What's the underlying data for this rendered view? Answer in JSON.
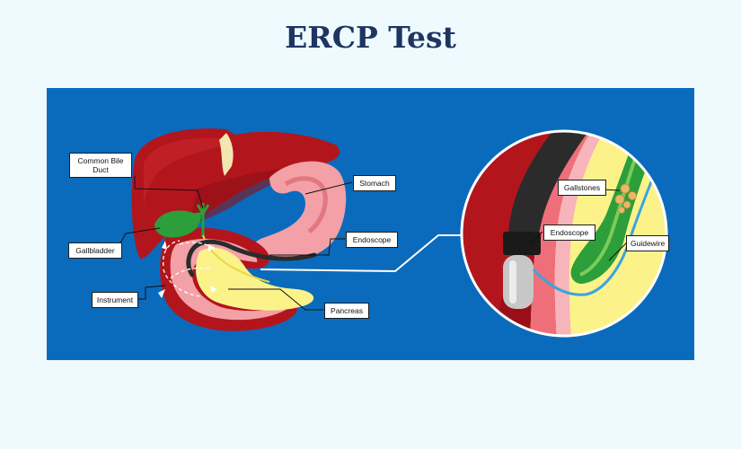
{
  "title": "ERCP Test",
  "labels": {
    "common_bile_duct": "Common Bile Duct",
    "gallbladder": "Gallbladder",
    "instrument": "Instrument",
    "stomach": "Stomach",
    "endoscope": "Endoscope",
    "pancreas": "Pancreas",
    "gallstones": "Gallstones",
    "endoscope_zoom": "Endoscope",
    "guidewire": "Guidewire"
  },
  "colors": {
    "background": "#eefafd",
    "panel": "#0a6bbd",
    "liver": "#b3151c",
    "stomach": "#f3a0a6",
    "gallbladder": "#2c9e3a",
    "pancreas": "#fbf28a",
    "title": "#1f3561"
  }
}
